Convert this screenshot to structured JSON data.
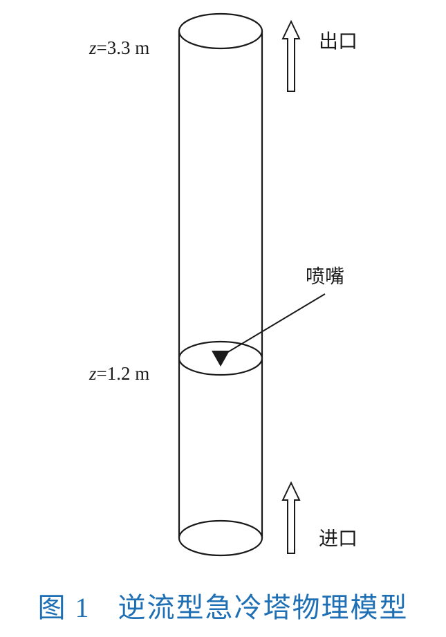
{
  "labels": {
    "top_z": {
      "var": "z",
      "rest": "=3.3 m"
    },
    "mid_z": {
      "var": "z",
      "rest": "=1.2 m"
    },
    "outlet": "出口",
    "inlet": "进口",
    "nozzle": "喷嘴"
  },
  "caption": {
    "prefix": "图",
    "number": "1",
    "title": "逆流型急冷塔物理模型"
  },
  "colors": {
    "line": "#1a1a1a",
    "caption": "#1f6fb5"
  }
}
